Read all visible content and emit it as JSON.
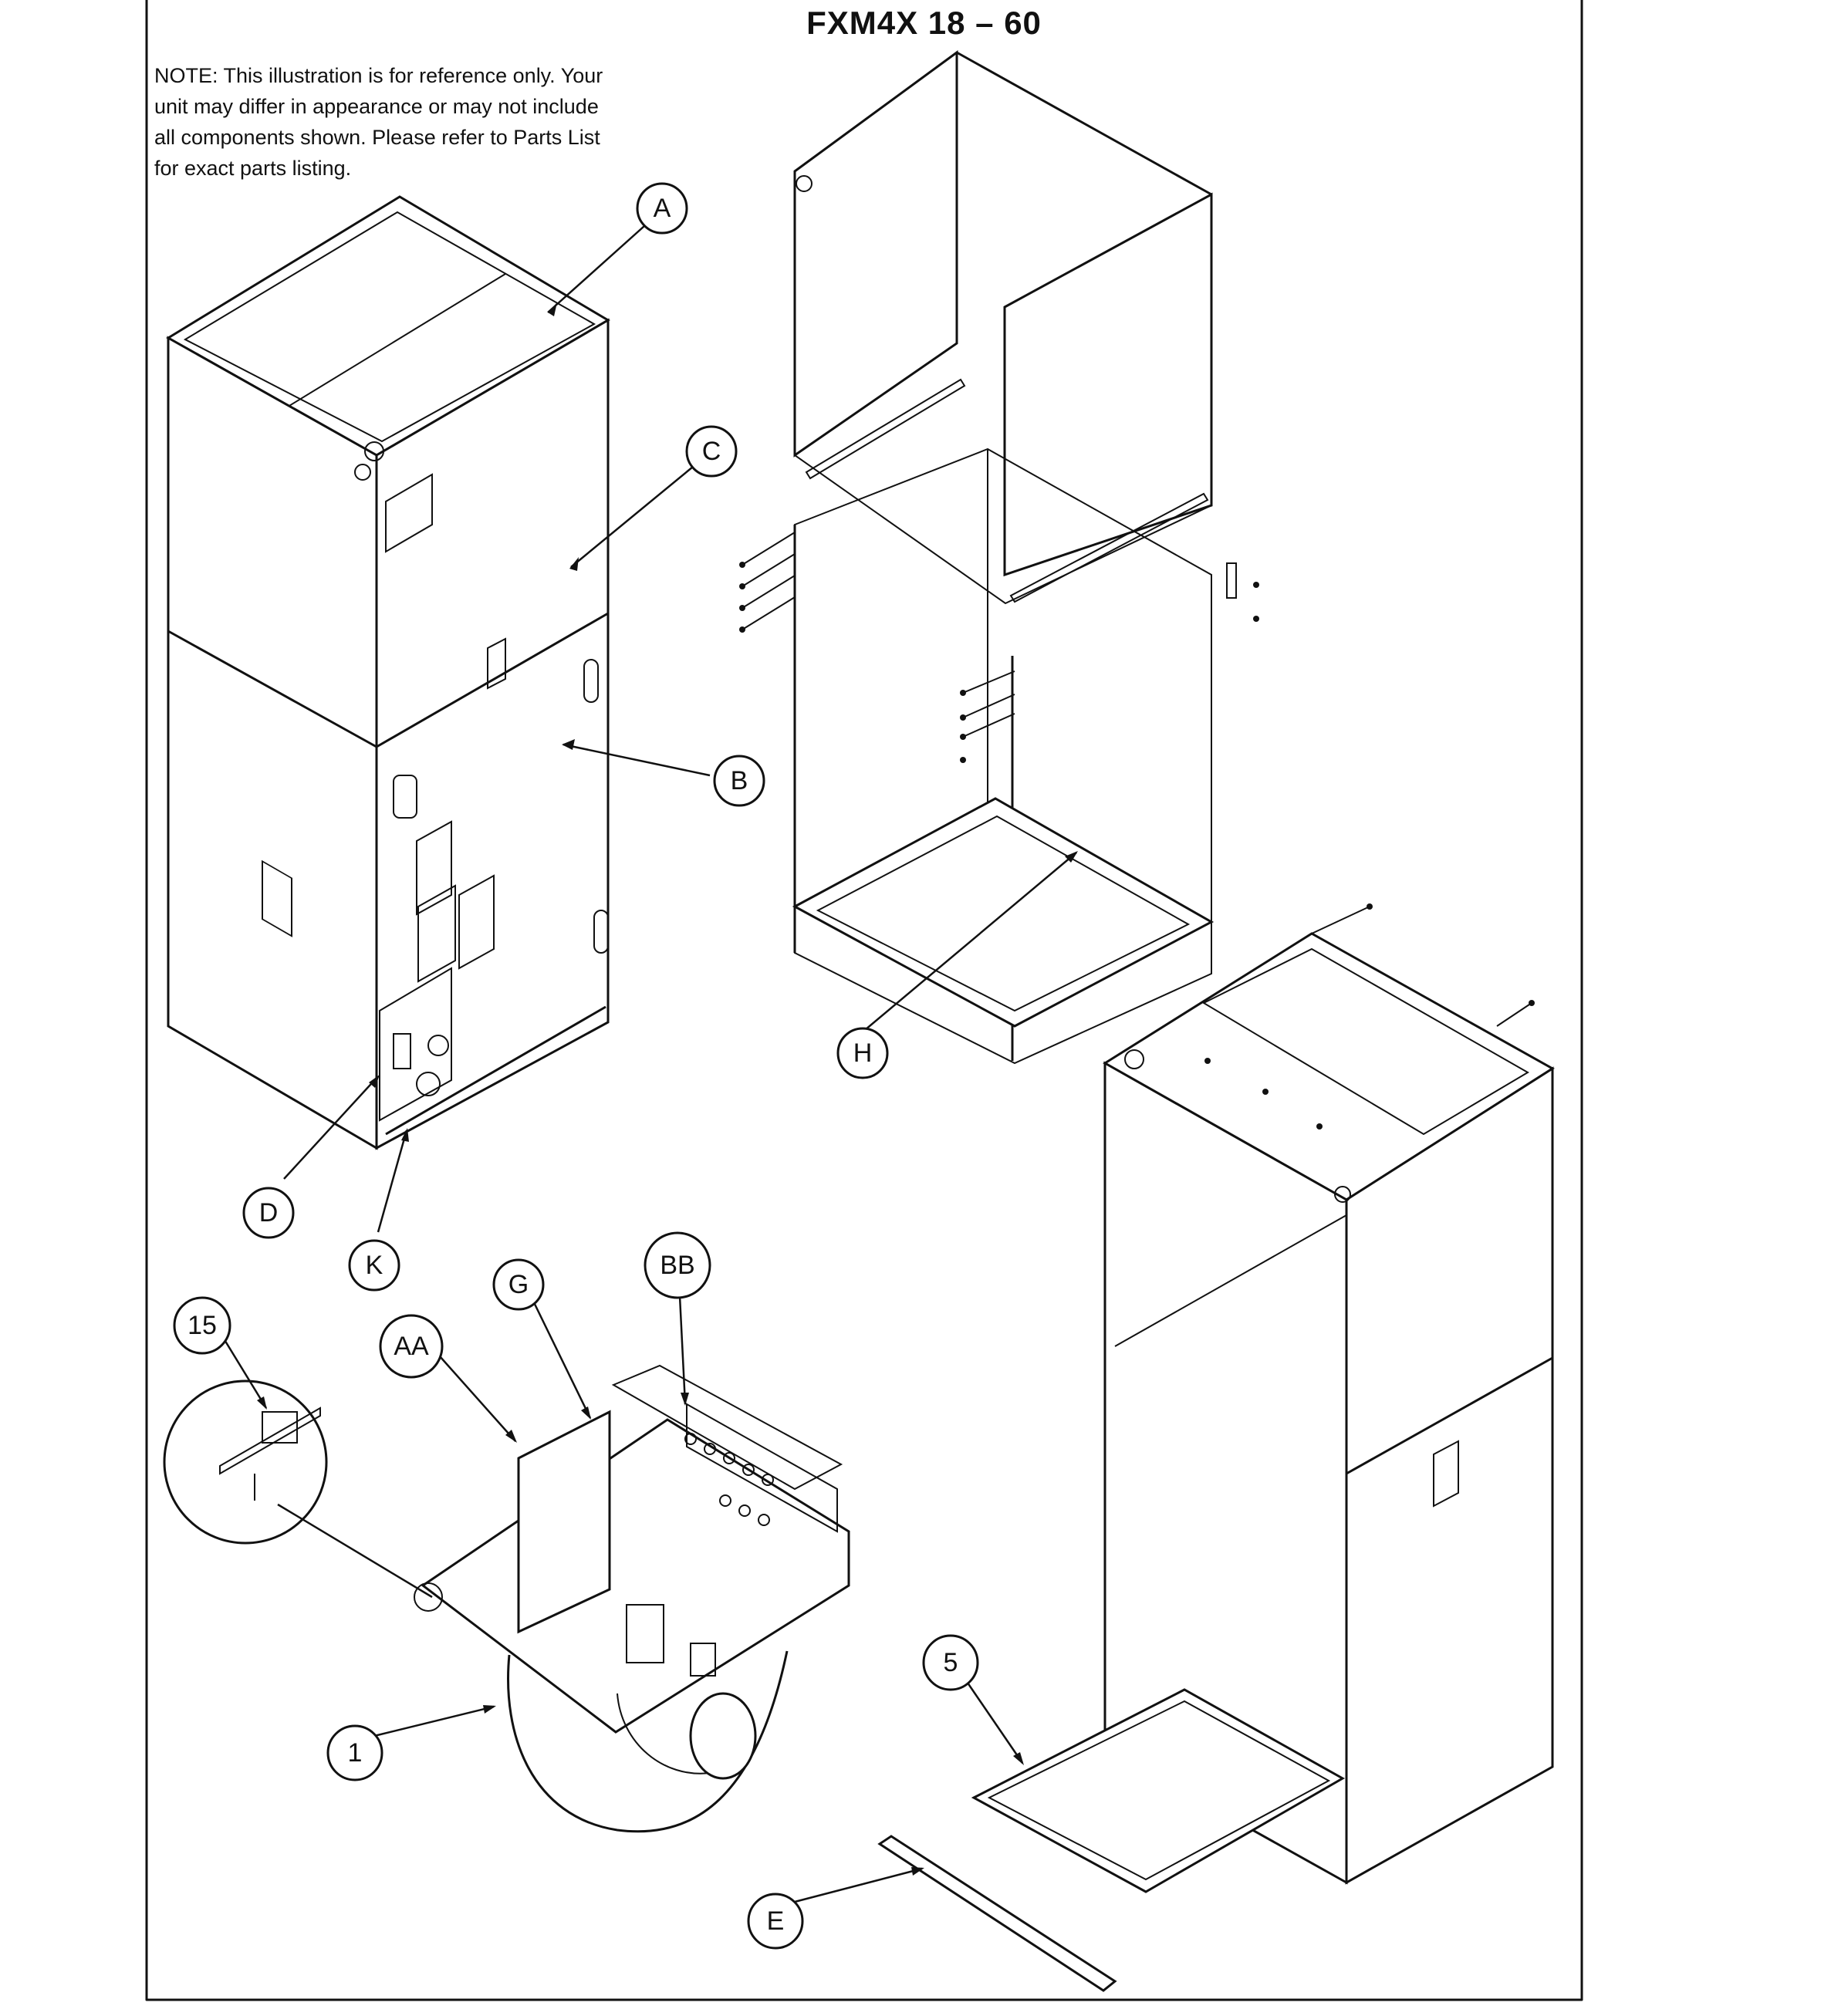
{
  "diagram": {
    "title": "FXM4X  18 – 60",
    "note_lines": [
      "NOTE: This illustration is for reference only. Your",
      "unit may differ in appearance or may not include",
      "all components shown.  Please refer to Parts List",
      "for exact parts listing."
    ],
    "callouts": {
      "A": "A",
      "C": "C",
      "B": "B",
      "H": "H",
      "D": "D",
      "K": "K",
      "G": "G",
      "BB": "BB",
      "AA": "AA",
      "n15": "15",
      "n5": "5",
      "n1": "1",
      "E": "E"
    }
  }
}
